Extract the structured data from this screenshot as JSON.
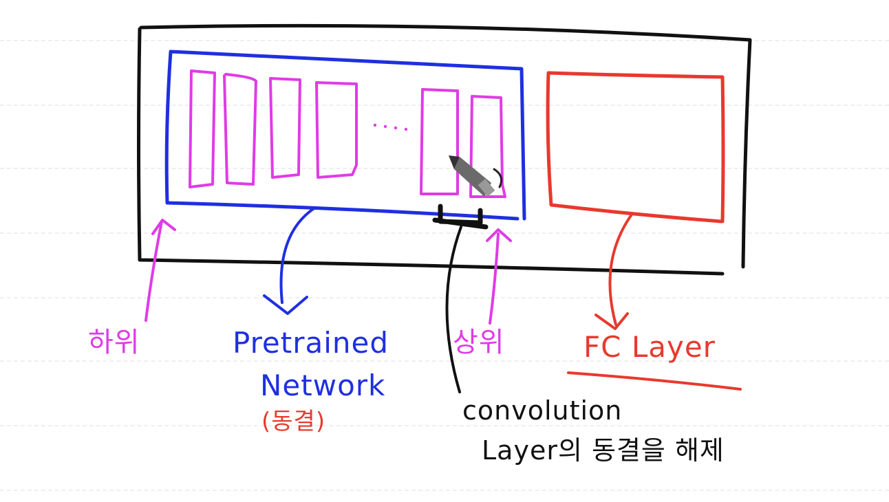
{
  "colors": {
    "frame": "#111111",
    "pretrained": "#1f2fe0",
    "layers": "#e03be6",
    "fc": "#e8392e",
    "conv": "#111111",
    "frozen_note": "#e8392e"
  },
  "labels": {
    "lower": "하위",
    "pretrained_line1": "Pretrained",
    "pretrained_line2": "Network",
    "frozen": "(동결)",
    "upper": "상위",
    "fc_layer": "FC Layer",
    "conv_line1": "convolution",
    "conv_line2": "Layer의 동결을 해제"
  },
  "diagram": {
    "layer_blocks": 6,
    "ellipsis": ". . . ."
  }
}
